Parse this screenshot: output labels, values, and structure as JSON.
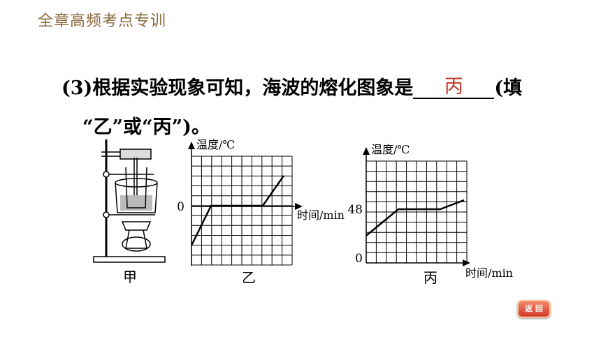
{
  "header": {
    "title": "全章高频考点专训"
  },
  "question": {
    "prefix": "(3)根据实验现象可知，海波的熔化图象是",
    "answer": "丙",
    "suffix": "(填",
    "line2": "“乙”或“丙”)。"
  },
  "figures": {
    "apparatus_caption": "甲",
    "graph_yi": {
      "caption": "乙",
      "y_axis_label": "温度/℃",
      "x_axis_label": "时间/min",
      "y_tick_label": "0"
    },
    "graph_bing": {
      "caption": "丙",
      "y_axis_label": "温度/℃",
      "x_axis_label": "时间/min",
      "y_tick_label": "48",
      "origin_label": "0"
    }
  },
  "nav": {
    "back_label": "返 回"
  }
}
